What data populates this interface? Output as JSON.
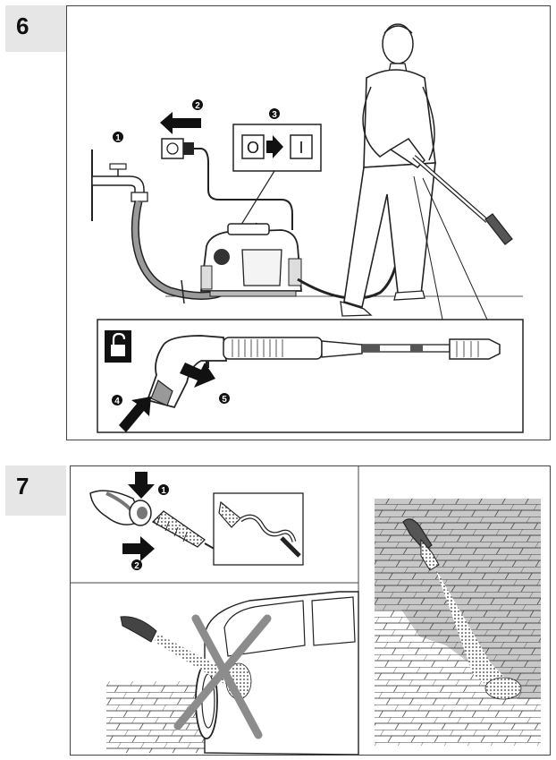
{
  "steps": [
    {
      "number": "6"
    },
    {
      "number": "7"
    }
  ],
  "callouts": [
    "1",
    "2",
    "3",
    "4",
    "5"
  ],
  "callouts_step7": [
    "1",
    "2"
  ],
  "switch": {
    "off_symbol": "O",
    "on_symbol": "I"
  },
  "icons": {
    "faucet": "faucet-icon",
    "plug": "power-plug-icon",
    "unlock": "unlock-padlock-icon",
    "arrow": "arrow-icon",
    "cross": "prohibited-cross-icon"
  },
  "colors": {
    "tab_bg": "#e6e6e6",
    "line": "#222222",
    "hose_fill": "#9a9a9a",
    "cross": "#8c8c8c",
    "pavement_shade": "#c8c8c8"
  }
}
